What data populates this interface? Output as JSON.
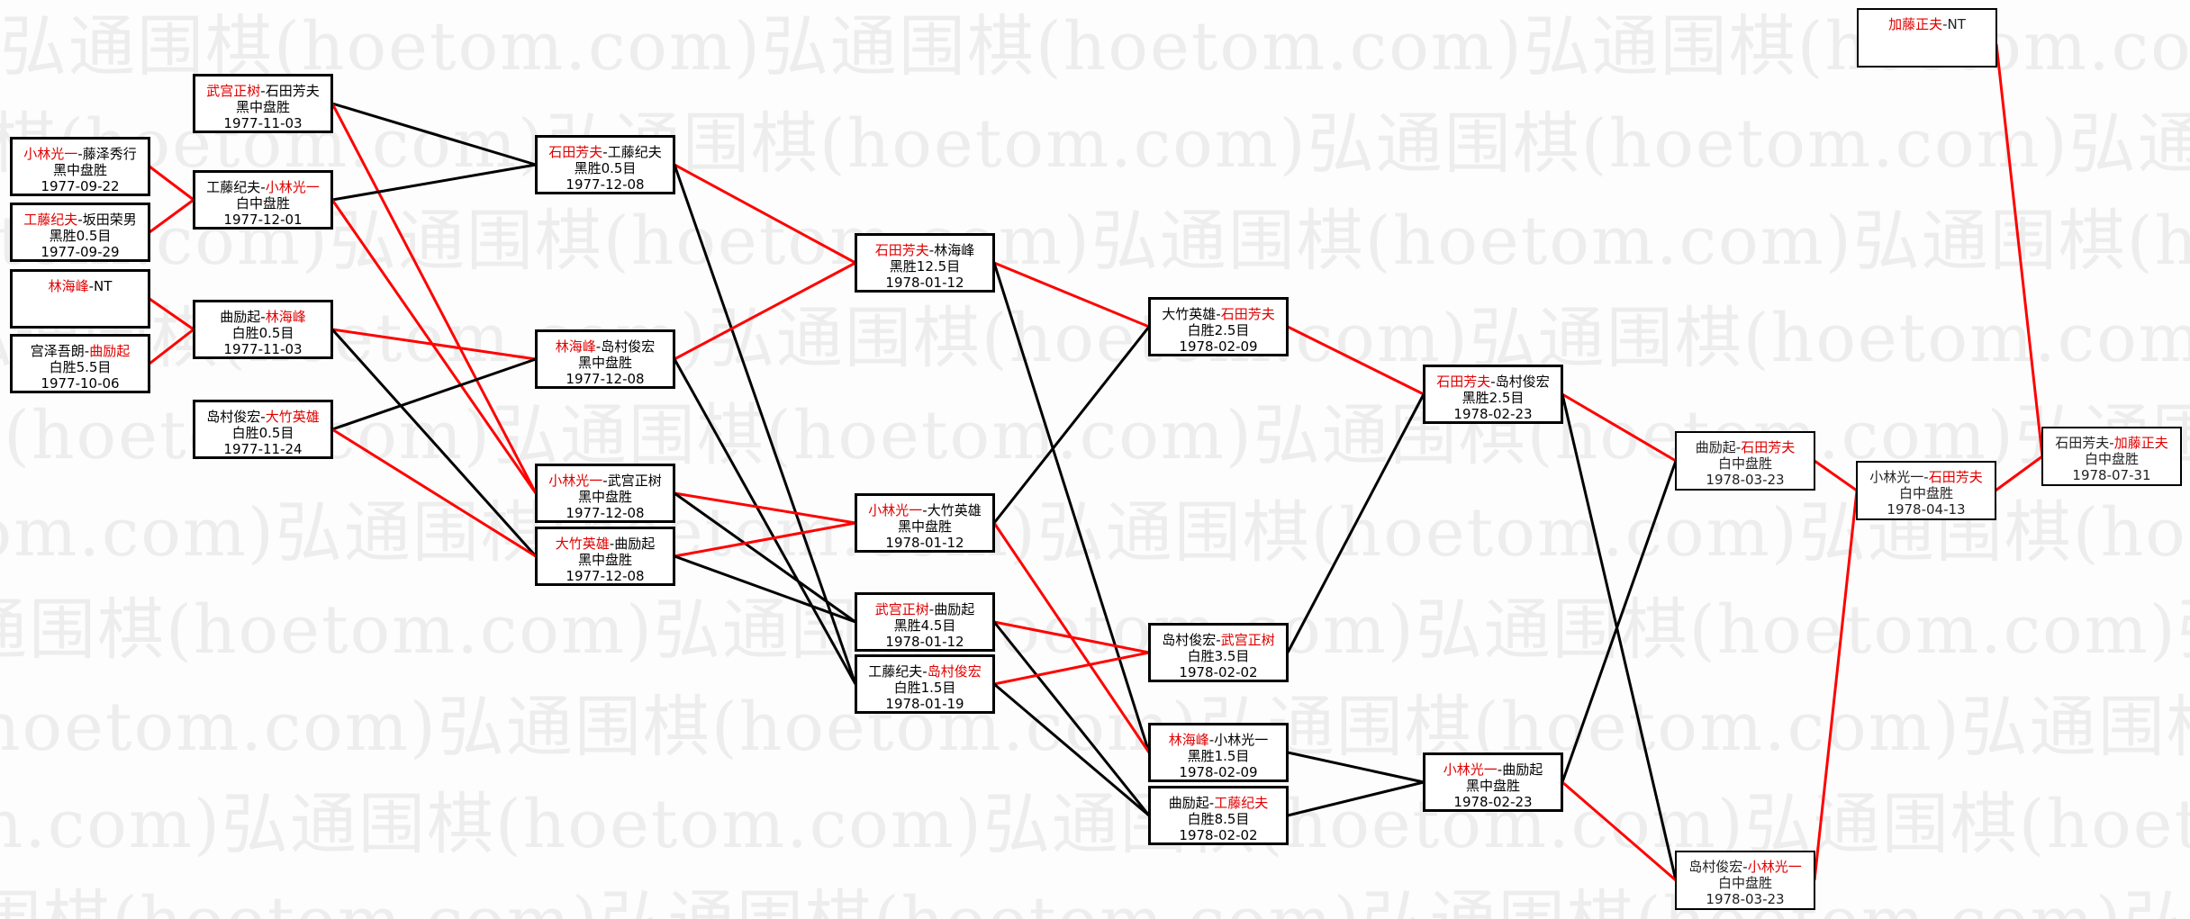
{
  "watermark": "弘通围棋(hoetom.com)",
  "separator": "-",
  "colors": {
    "winner": "#e00000",
    "winner_line": "#ff0000",
    "loser_line": "#000000"
  },
  "matches": [
    {
      "id": "A1",
      "black": "小林光一",
      "white": "藤泽秀行",
      "winner": "black",
      "result": "黑中盘胜",
      "date": "1977-09-22"
    },
    {
      "id": "A2",
      "black": "工藤纪夫",
      "white": "坂田荣男",
      "winner": "black",
      "result": "黑胜0.5目",
      "date": "1977-09-29"
    },
    {
      "id": "A3",
      "black": "林海峰",
      "white": "NT",
      "winner": "black",
      "result": "",
      "date": ""
    },
    {
      "id": "A4",
      "black": "宫泽吾朗",
      "white": "曲励起",
      "winner": "white",
      "result": "白胜5.5目",
      "date": "1977-10-06"
    },
    {
      "id": "B1",
      "black": "武宫正树",
      "white": "石田芳夫",
      "winner": "black",
      "result": "黑中盘胜",
      "date": "1977-11-03"
    },
    {
      "id": "B2",
      "black": "工藤纪夫",
      "white": "小林光一",
      "winner": "white",
      "result": "白中盘胜",
      "date": "1977-12-01"
    },
    {
      "id": "B3",
      "black": "曲励起",
      "white": "林海峰",
      "winner": "white",
      "result": "白胜0.5目",
      "date": "1977-11-03"
    },
    {
      "id": "B4",
      "black": "岛村俊宏",
      "white": "大竹英雄",
      "winner": "white",
      "result": "白胜0.5目",
      "date": "1977-11-24"
    },
    {
      "id": "C1",
      "black": "石田芳夫",
      "white": "工藤纪夫",
      "winner": "black",
      "result": "黑胜0.5目",
      "date": "1977-12-08"
    },
    {
      "id": "C2",
      "black": "林海峰",
      "white": "岛村俊宏",
      "winner": "black",
      "result": "黑中盘胜",
      "date": "1977-12-08"
    },
    {
      "id": "C3",
      "black": "小林光一",
      "white": "武宫正树",
      "winner": "black",
      "result": "黑中盘胜",
      "date": "1977-12-08"
    },
    {
      "id": "C4",
      "black": "大竹英雄",
      "white": "曲励起",
      "winner": "black",
      "result": "黑中盘胜",
      "date": "1977-12-08"
    },
    {
      "id": "D1",
      "black": "石田芳夫",
      "white": "林海峰",
      "winner": "black",
      "result": "黑胜12.5目",
      "date": "1978-01-12"
    },
    {
      "id": "D2",
      "black": "小林光一",
      "white": "大竹英雄",
      "winner": "black",
      "result": "黑中盘胜",
      "date": "1978-01-12"
    },
    {
      "id": "D3",
      "black": "武宫正树",
      "white": "曲励起",
      "winner": "black",
      "result": "黑胜4.5目",
      "date": "1978-01-12"
    },
    {
      "id": "D4",
      "black": "工藤纪夫",
      "white": "岛村俊宏",
      "winner": "white",
      "result": "白胜1.5目",
      "date": "1978-01-19"
    },
    {
      "id": "E1",
      "black": "大竹英雄",
      "white": "石田芳夫",
      "winner": "white",
      "result": "白胜2.5目",
      "date": "1978-02-09"
    },
    {
      "id": "E2",
      "black": "岛村俊宏",
      "white": "武宫正树",
      "winner": "white",
      "result": "白胜3.5目",
      "date": "1978-02-02"
    },
    {
      "id": "E3",
      "black": "林海峰",
      "white": "小林光一",
      "winner": "black",
      "result": "黑胜1.5目",
      "date": "1978-02-09"
    },
    {
      "id": "E4",
      "black": "曲励起",
      "white": "工藤纪夫",
      "winner": "white",
      "result": "白胜8.5目",
      "date": "1978-02-02"
    },
    {
      "id": "F1",
      "black": "石田芳夫",
      "white": "岛村俊宏",
      "winner": "black",
      "result": "黑胜2.5目",
      "date": "1978-02-23"
    },
    {
      "id": "F2",
      "black": "小林光一",
      "white": "曲励起",
      "winner": "black",
      "result": "黑中盘胜",
      "date": "1978-02-23"
    },
    {
      "id": "G1",
      "black": "曲励起",
      "white": "石田芳夫",
      "winner": "white",
      "result": "白中盘胜",
      "date": "1978-03-23"
    },
    {
      "id": "G2",
      "black": "岛村俊宏",
      "white": "小林光一",
      "winner": "white",
      "result": "白中盘胜",
      "date": "1978-03-23"
    },
    {
      "id": "H1",
      "black": "小林光一",
      "white": "石田芳夫",
      "winner": "white",
      "result": "白中盘胜",
      "date": "1978-04-13"
    },
    {
      "id": "I1",
      "black": "石田芳夫",
      "white": "加藤正夫",
      "winner": "white",
      "result": "白中盘胜",
      "date": "1978-07-31"
    },
    {
      "id": "T",
      "black": "加藤正夫",
      "white": "NT",
      "winner": "black",
      "result": "",
      "date": ""
    }
  ],
  "edges": [
    [
      "A1",
      "B2",
      "winner"
    ],
    [
      "A2",
      "B2",
      "winner"
    ],
    [
      "A3",
      "B3",
      "winner"
    ],
    [
      "A4",
      "B3",
      "winner"
    ],
    [
      "B1",
      "C1",
      "loser"
    ],
    [
      "B1",
      "C3",
      "winner"
    ],
    [
      "B2",
      "C1",
      "loser"
    ],
    [
      "B2",
      "C3",
      "winner"
    ],
    [
      "B3",
      "C2",
      "winner"
    ],
    [
      "B3",
      "C4",
      "loser"
    ],
    [
      "B4",
      "C2",
      "loser"
    ],
    [
      "B4",
      "C4",
      "winner"
    ],
    [
      "C1",
      "D1",
      "winner"
    ],
    [
      "C1",
      "D4",
      "loser"
    ],
    [
      "C2",
      "D1",
      "winner"
    ],
    [
      "C2",
      "D4",
      "loser"
    ],
    [
      "C3",
      "D2",
      "winner"
    ],
    [
      "C3",
      "D3",
      "loser"
    ],
    [
      "C4",
      "D2",
      "winner"
    ],
    [
      "C4",
      "D3",
      "loser"
    ],
    [
      "D1",
      "E1",
      "winner"
    ],
    [
      "D1",
      "E3",
      "loser"
    ],
    [
      "D2",
      "E1",
      "loser"
    ],
    [
      "D2",
      "E3",
      "winner"
    ],
    [
      "D3",
      "E2",
      "winner"
    ],
    [
      "D3",
      "E4",
      "loser"
    ],
    [
      "D4",
      "E2",
      "winner"
    ],
    [
      "D4",
      "E4",
      "loser"
    ],
    [
      "E1",
      "F1",
      "winner"
    ],
    [
      "E2",
      "F1",
      "loser"
    ],
    [
      "E3",
      "F2",
      "loser"
    ],
    [
      "E4",
      "F2",
      "loser"
    ],
    [
      "F1",
      "G1",
      "winner"
    ],
    [
      "F1",
      "G2",
      "loser"
    ],
    [
      "F2",
      "G1",
      "loser"
    ],
    [
      "F2",
      "G2",
      "winner"
    ],
    [
      "G1",
      "H1",
      "winner"
    ],
    [
      "G2",
      "H1",
      "winner"
    ],
    [
      "H1",
      "I1",
      "winner"
    ],
    [
      "T",
      "I1",
      "winner"
    ]
  ]
}
